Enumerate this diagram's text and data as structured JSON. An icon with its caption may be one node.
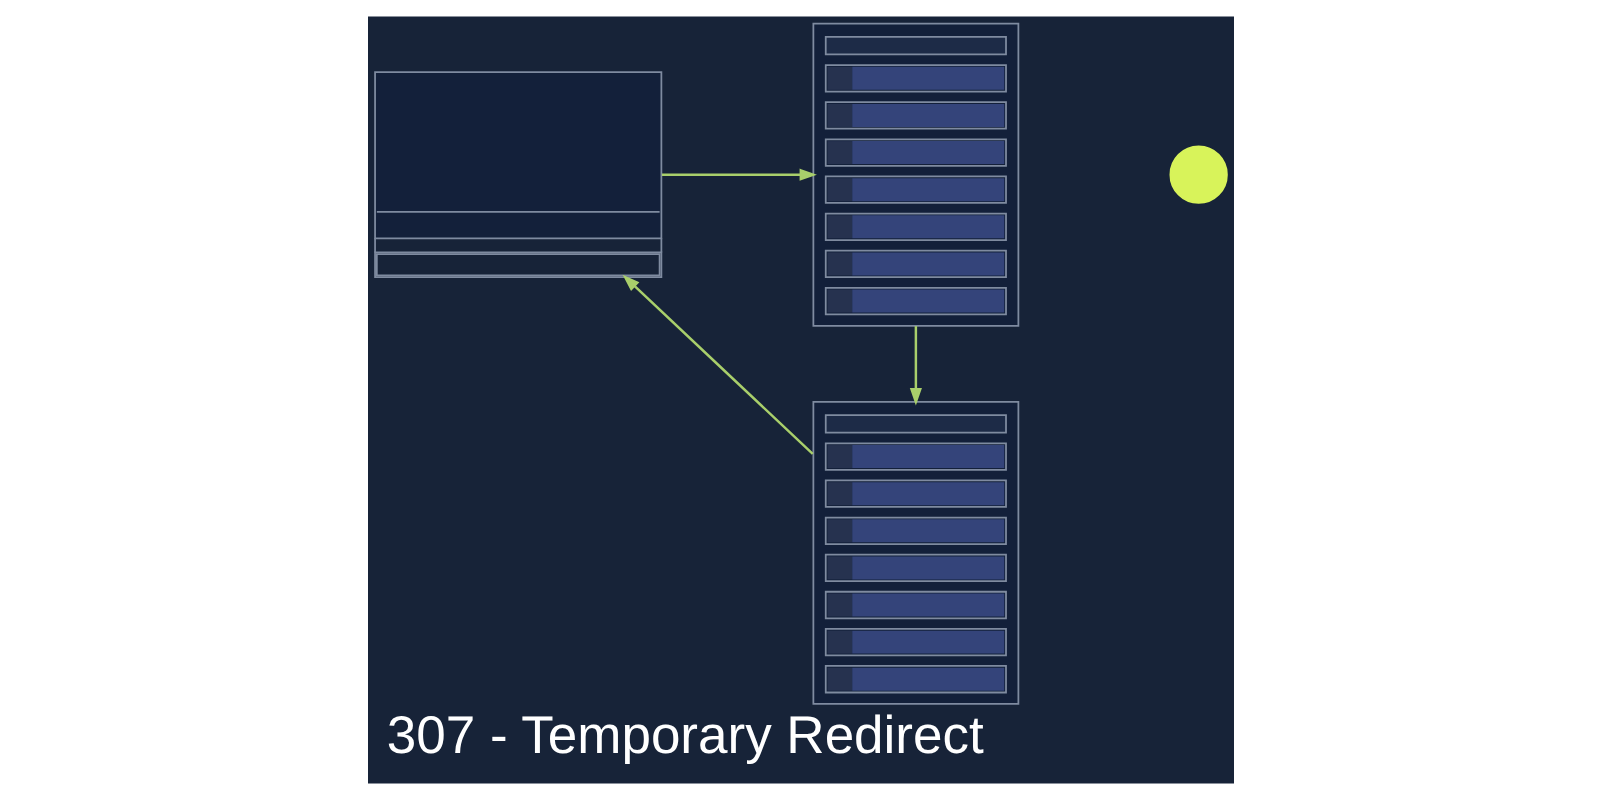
{
  "diagram": {
    "title": "307 - Temporary Redirect",
    "nodes": [
      {
        "text": [],
        "shape": "picture"
      },
      {
        "text": [],
        "shape": "picture"
      },
      {
        "text": [],
        "shape": "picture"
      },
      {
        "text": [],
        "shape": "circle"
      }
    ],
    "edges": [
      {
        "from": 0,
        "to": 1,
        "arrow": "to"
      },
      {
        "from": 1,
        "to": 2,
        "arrow": "to"
      },
      {
        "from": 2,
        "to": 0,
        "arrow": "to"
      }
    ]
  }
}
